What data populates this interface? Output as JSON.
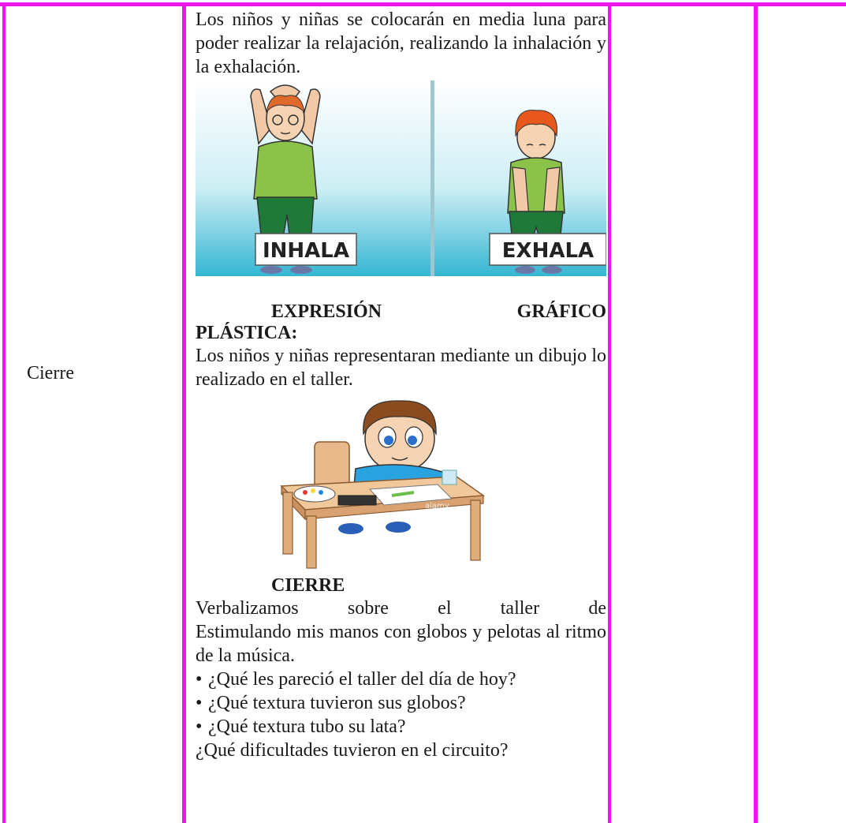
{
  "table": {
    "row_label": "Cierre"
  },
  "content": {
    "relaxation_text": "Los niños y niñas se colocarán en media luna para poder realizar la relajación, realizando la inhalación y la exhalación.",
    "breathing_image": {
      "inhale_label": "INHALA",
      "exhale_label": "EXHALA"
    },
    "section_heading": {
      "word1": "EXPRESIÓN",
      "word2": "GRÁFICO",
      "word3": "PLÁSTICA:"
    },
    "drawing_text": "Los niños y niñas representaran mediante un dibujo lo realizado en el taller.",
    "drawing_image": {
      "watermark": "alamy"
    },
    "closing_heading": "CIERRE",
    "closing_text_line1": "Verbalizamos sobre el taller de",
    "closing_text_rest": "Estimulando mis manos con globos y pelotas al ritmo de la música.",
    "questions": [
      "¿Qué les pareció el taller del día de hoy?",
      "¿Qué textura tuvieron sus globos?",
      "¿Qué textura tubo su lata?"
    ],
    "last_question": "¿Qué dificultades tuvieron en el circuito?"
  },
  "colors": {
    "border": "#ee16ee",
    "shirt_green": "#8bc34a",
    "pants_green": "#1f7a3a",
    "sky": "#bfe6f0"
  }
}
